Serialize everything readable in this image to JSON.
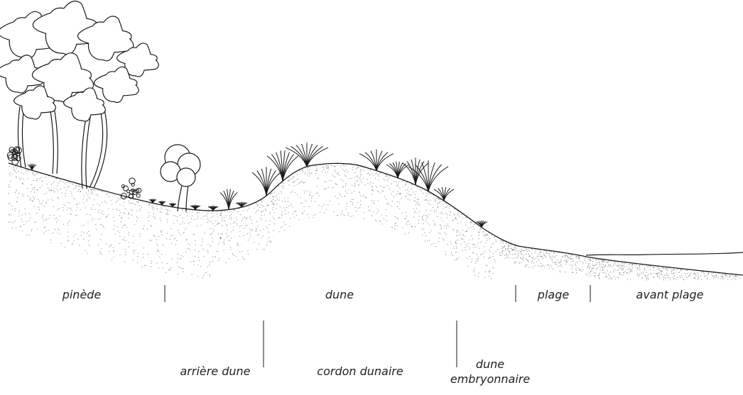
{
  "colors": {
    "line": "#1a1a1a",
    "sand_stipple": "#6d6d6d",
    "background": "#ffffff"
  },
  "zones_row1": {
    "pinede": "pinède",
    "dune": "dune",
    "plage": "plage",
    "avant_plage": "avant plage"
  },
  "zones_row2": {
    "arriere_dune": "arrière dune",
    "cordon_dunaire": "cordon dunaire",
    "dune_embryonnaire_line1": "dune",
    "dune_embryonnaire_line2": "embryonnaire"
  }
}
